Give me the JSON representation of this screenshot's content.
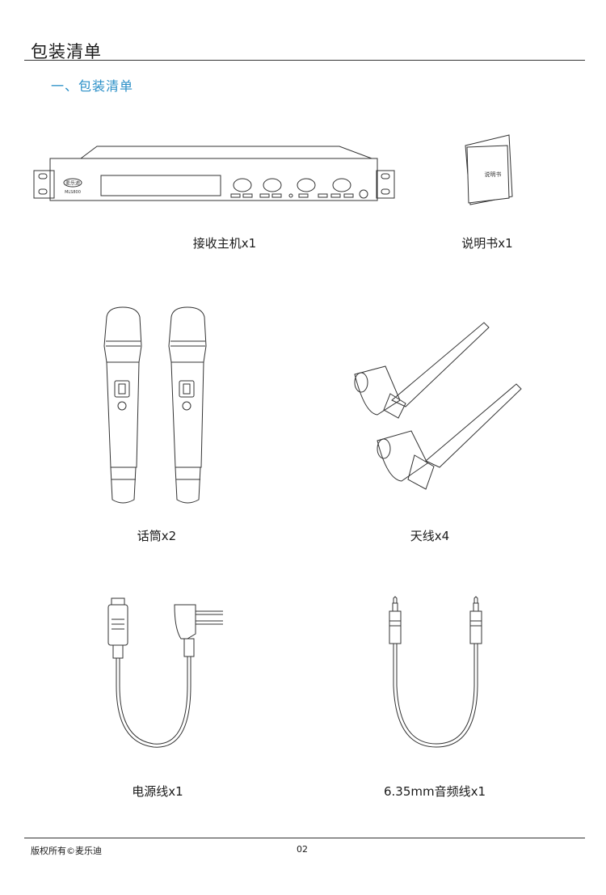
{
  "page": {
    "title": "包装清单",
    "section_heading": "一、包装清单",
    "accent_color": "#2a8fc7"
  },
  "items": {
    "receiver": {
      "caption": "接收主机x1",
      "logo_text": "麦乐迪",
      "model_text": "MLS800"
    },
    "manual": {
      "caption": "说明书x1",
      "cover_text": "说明书"
    },
    "microphones": {
      "caption": "话筒x2"
    },
    "antennas": {
      "caption": "天线x4"
    },
    "power_cord": {
      "caption": "电源线x1"
    },
    "audio_cable": {
      "caption": "6.35mm音频线x1"
    }
  },
  "footer": {
    "copyright": "版权所有©麦乐迪",
    "page_number": "02"
  }
}
